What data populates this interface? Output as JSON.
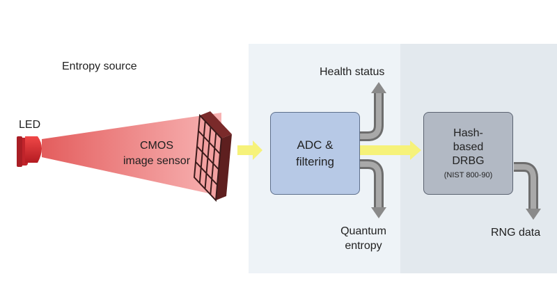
{
  "entropy_source_label": "Entropy source",
  "led_label": "LED",
  "sensor_label_line1": "CMOS",
  "sensor_label_line2": "image sensor",
  "adc_line1": "ADC &",
  "adc_line2": "filtering",
  "health_label": "Health status",
  "quantum_line1": "Quantum",
  "quantum_line2": "entropy",
  "drbg_line1": "Hash-",
  "drbg_line2": "based",
  "drbg_line3": "DRBG",
  "drbg_sub": "(NIST 800-90)",
  "rng_label": "RNG data",
  "colors": {
    "panel_left": "#eef3f7",
    "panel_right": "#e3e9ee",
    "led": "#d9282f",
    "beam": "#f08a8a",
    "adc_box": "#b7c9e6",
    "drbg_box": "#b2b9c4",
    "arrow_yellow": "#f6f27a",
    "arrow_gray": "#8a8a8a"
  }
}
